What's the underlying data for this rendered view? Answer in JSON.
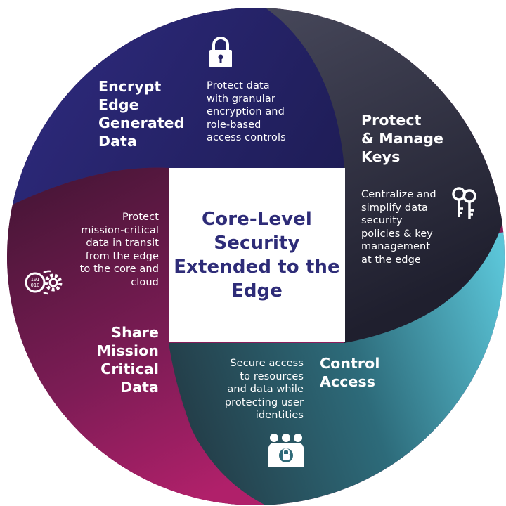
{
  "center": {
    "line1": "Core-Level",
    "line2": "Security",
    "line3": "Extended to the",
    "line4": "Edge"
  },
  "quadrants": {
    "encrypt": {
      "title": [
        "Encrypt",
        "Edge",
        "Generated",
        "Data"
      ],
      "desc": [
        "Protect data",
        "with granular",
        "encryption and",
        "role-based",
        "access controls"
      ],
      "icon": "padlock-icon",
      "color": "#262466"
    },
    "keys": {
      "title": [
        "Protect",
        "& Manage",
        "Keys"
      ],
      "desc": [
        "Centralize and",
        "simplify data",
        "security",
        "policies & key",
        "management",
        "at the edge"
      ],
      "icon": "keys-icon",
      "color": "#2c2d3f"
    },
    "access": {
      "title": [
        "Control",
        "Access"
      ],
      "desc": [
        "Secure access",
        "to resources",
        "and data while",
        "protecting user",
        "identities"
      ],
      "icon": "users-lock-icon",
      "color": "#2f6a78"
    },
    "share": {
      "title": [
        "Share",
        "Mission",
        "Critical",
        "Data"
      ],
      "desc": [
        "Protect",
        "mission-critical",
        "data in transit",
        "from the edge",
        "to the core and",
        "cloud"
      ],
      "icon": "data-gear-icon",
      "color": "#8a1c58"
    }
  }
}
